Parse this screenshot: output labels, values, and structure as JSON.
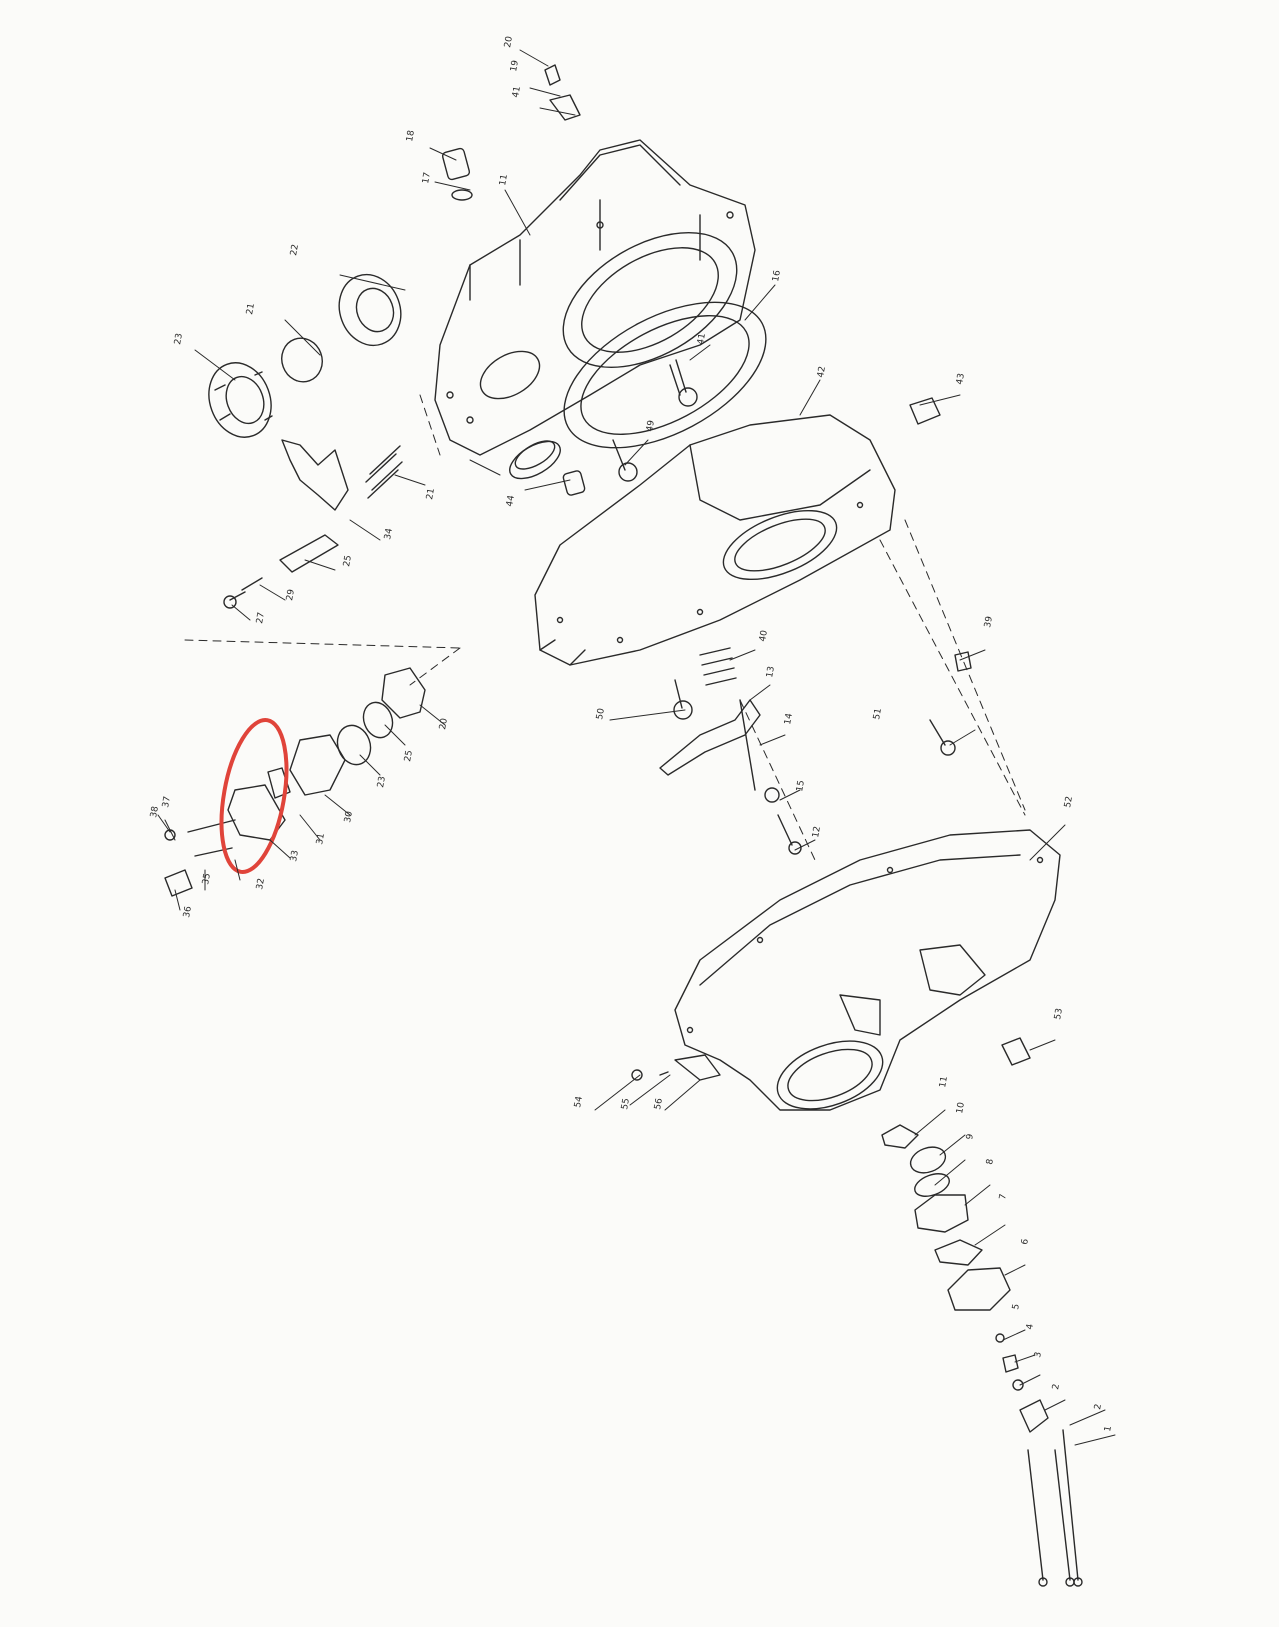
{
  "diagram": {
    "callouts": [
      "20",
      "19",
      "41",
      "18",
      "17",
      "11",
      "22",
      "21",
      "23",
      "16",
      "41",
      "42",
      "43",
      "49",
      "44",
      "21",
      "34",
      "25",
      "29",
      "27",
      "20",
      "25",
      "23",
      "30",
      "31",
      "33",
      "32",
      "35",
      "36",
      "37",
      "38",
      "39",
      "51",
      "50",
      "40",
      "13",
      "14",
      "15",
      "12",
      "52",
      "53",
      "54",
      "55",
      "56",
      "11",
      "10",
      "9",
      "8",
      "7",
      "6",
      "5",
      "4",
      "3",
      "2",
      "2",
      "1"
    ],
    "highlight_color": "#e0443a",
    "line_color": "#2a2a2a"
  }
}
